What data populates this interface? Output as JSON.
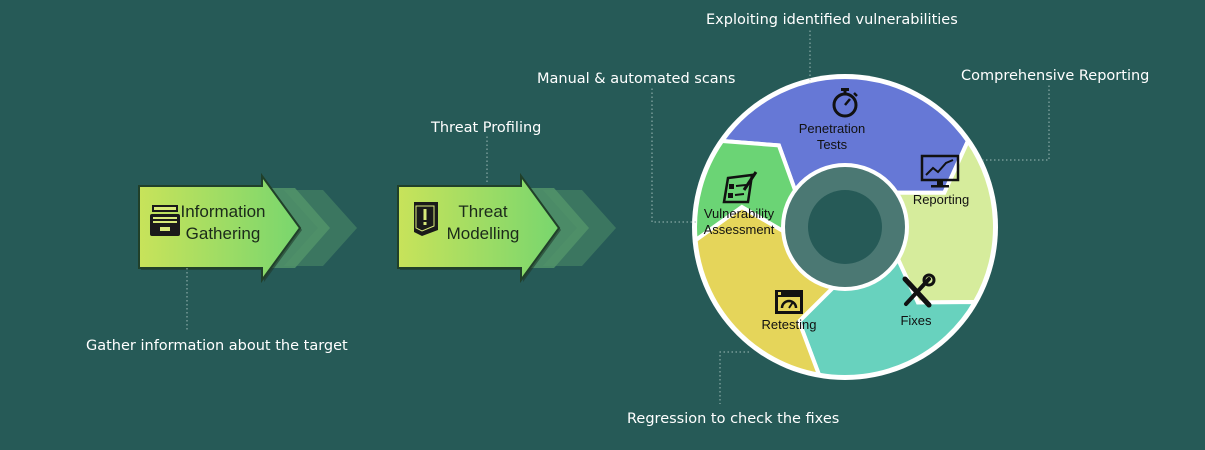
{
  "steps": [
    {
      "label_line1": "Information",
      "label_line2": "Gathering",
      "caption": "Gather information about the target",
      "icon": "drawer-icon"
    },
    {
      "label_line1": "Threat",
      "label_line2": "Modelling",
      "caption": "Threat Profiling",
      "icon": "alert-document-icon"
    }
  ],
  "cycle": [
    {
      "label_line1": "Penetration",
      "label_line2": "Tests",
      "caption": "Exploiting identified vulnerabilities",
      "color": "#6678d6",
      "icon": "stopwatch-icon"
    },
    {
      "label_line1": "Reporting",
      "label_line2": "",
      "caption": "Comprehensive Reporting",
      "color": "#d6ec9c",
      "icon": "monitor-chart-icon"
    },
    {
      "label_line1": "Fixes",
      "label_line2": "",
      "caption": "",
      "color": "#68d2be",
      "icon": "tools-icon"
    },
    {
      "label_line1": "Retesting",
      "label_line2": "",
      "caption": "Regression to check the fixes",
      "color": "#e5d55a",
      "icon": "gauge-window-icon"
    },
    {
      "label_line1": "Vulnerability",
      "label_line2": "Assessment",
      "caption": "Manual & automated scans",
      "color": "#6bd475",
      "icon": "checklist-icon"
    }
  ],
  "colors": {
    "background": "#265a57",
    "arrow_light": "#c8e35a",
    "arrow_dark": "#78d66e",
    "hub_outer": "#4b7873",
    "hub_inner": "#265a57"
  }
}
